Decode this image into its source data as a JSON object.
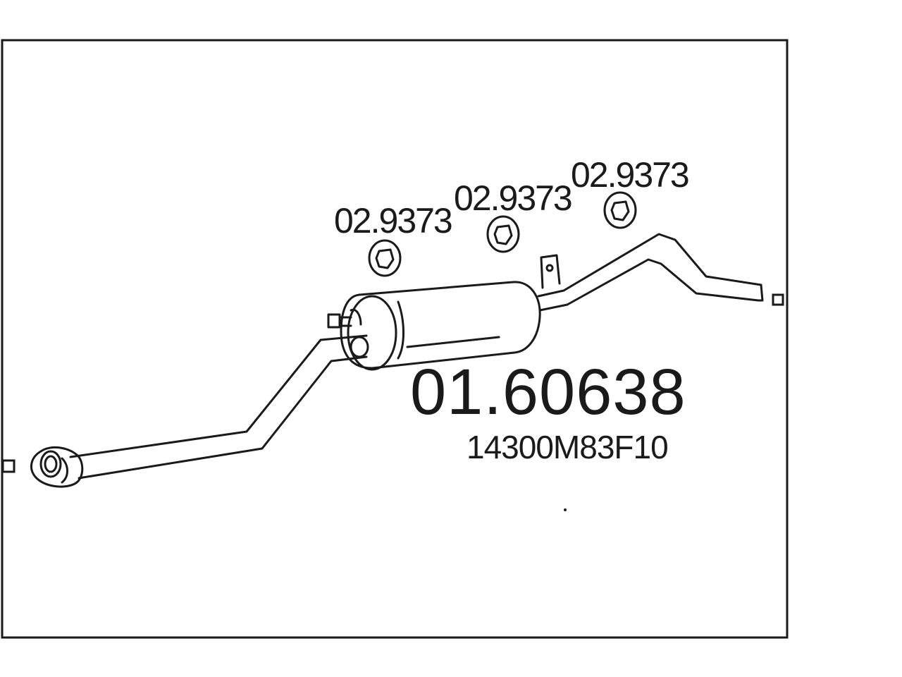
{
  "diagram": {
    "part_number": "01.60638",
    "oem_number": "14300M83F10",
    "gaskets": [
      {
        "label": "02.9373"
      },
      {
        "label": "02.9373"
      },
      {
        "label": "02.9373"
      }
    ],
    "colors": {
      "line": "#1a1a1a",
      "background": "#ffffff"
    }
  }
}
